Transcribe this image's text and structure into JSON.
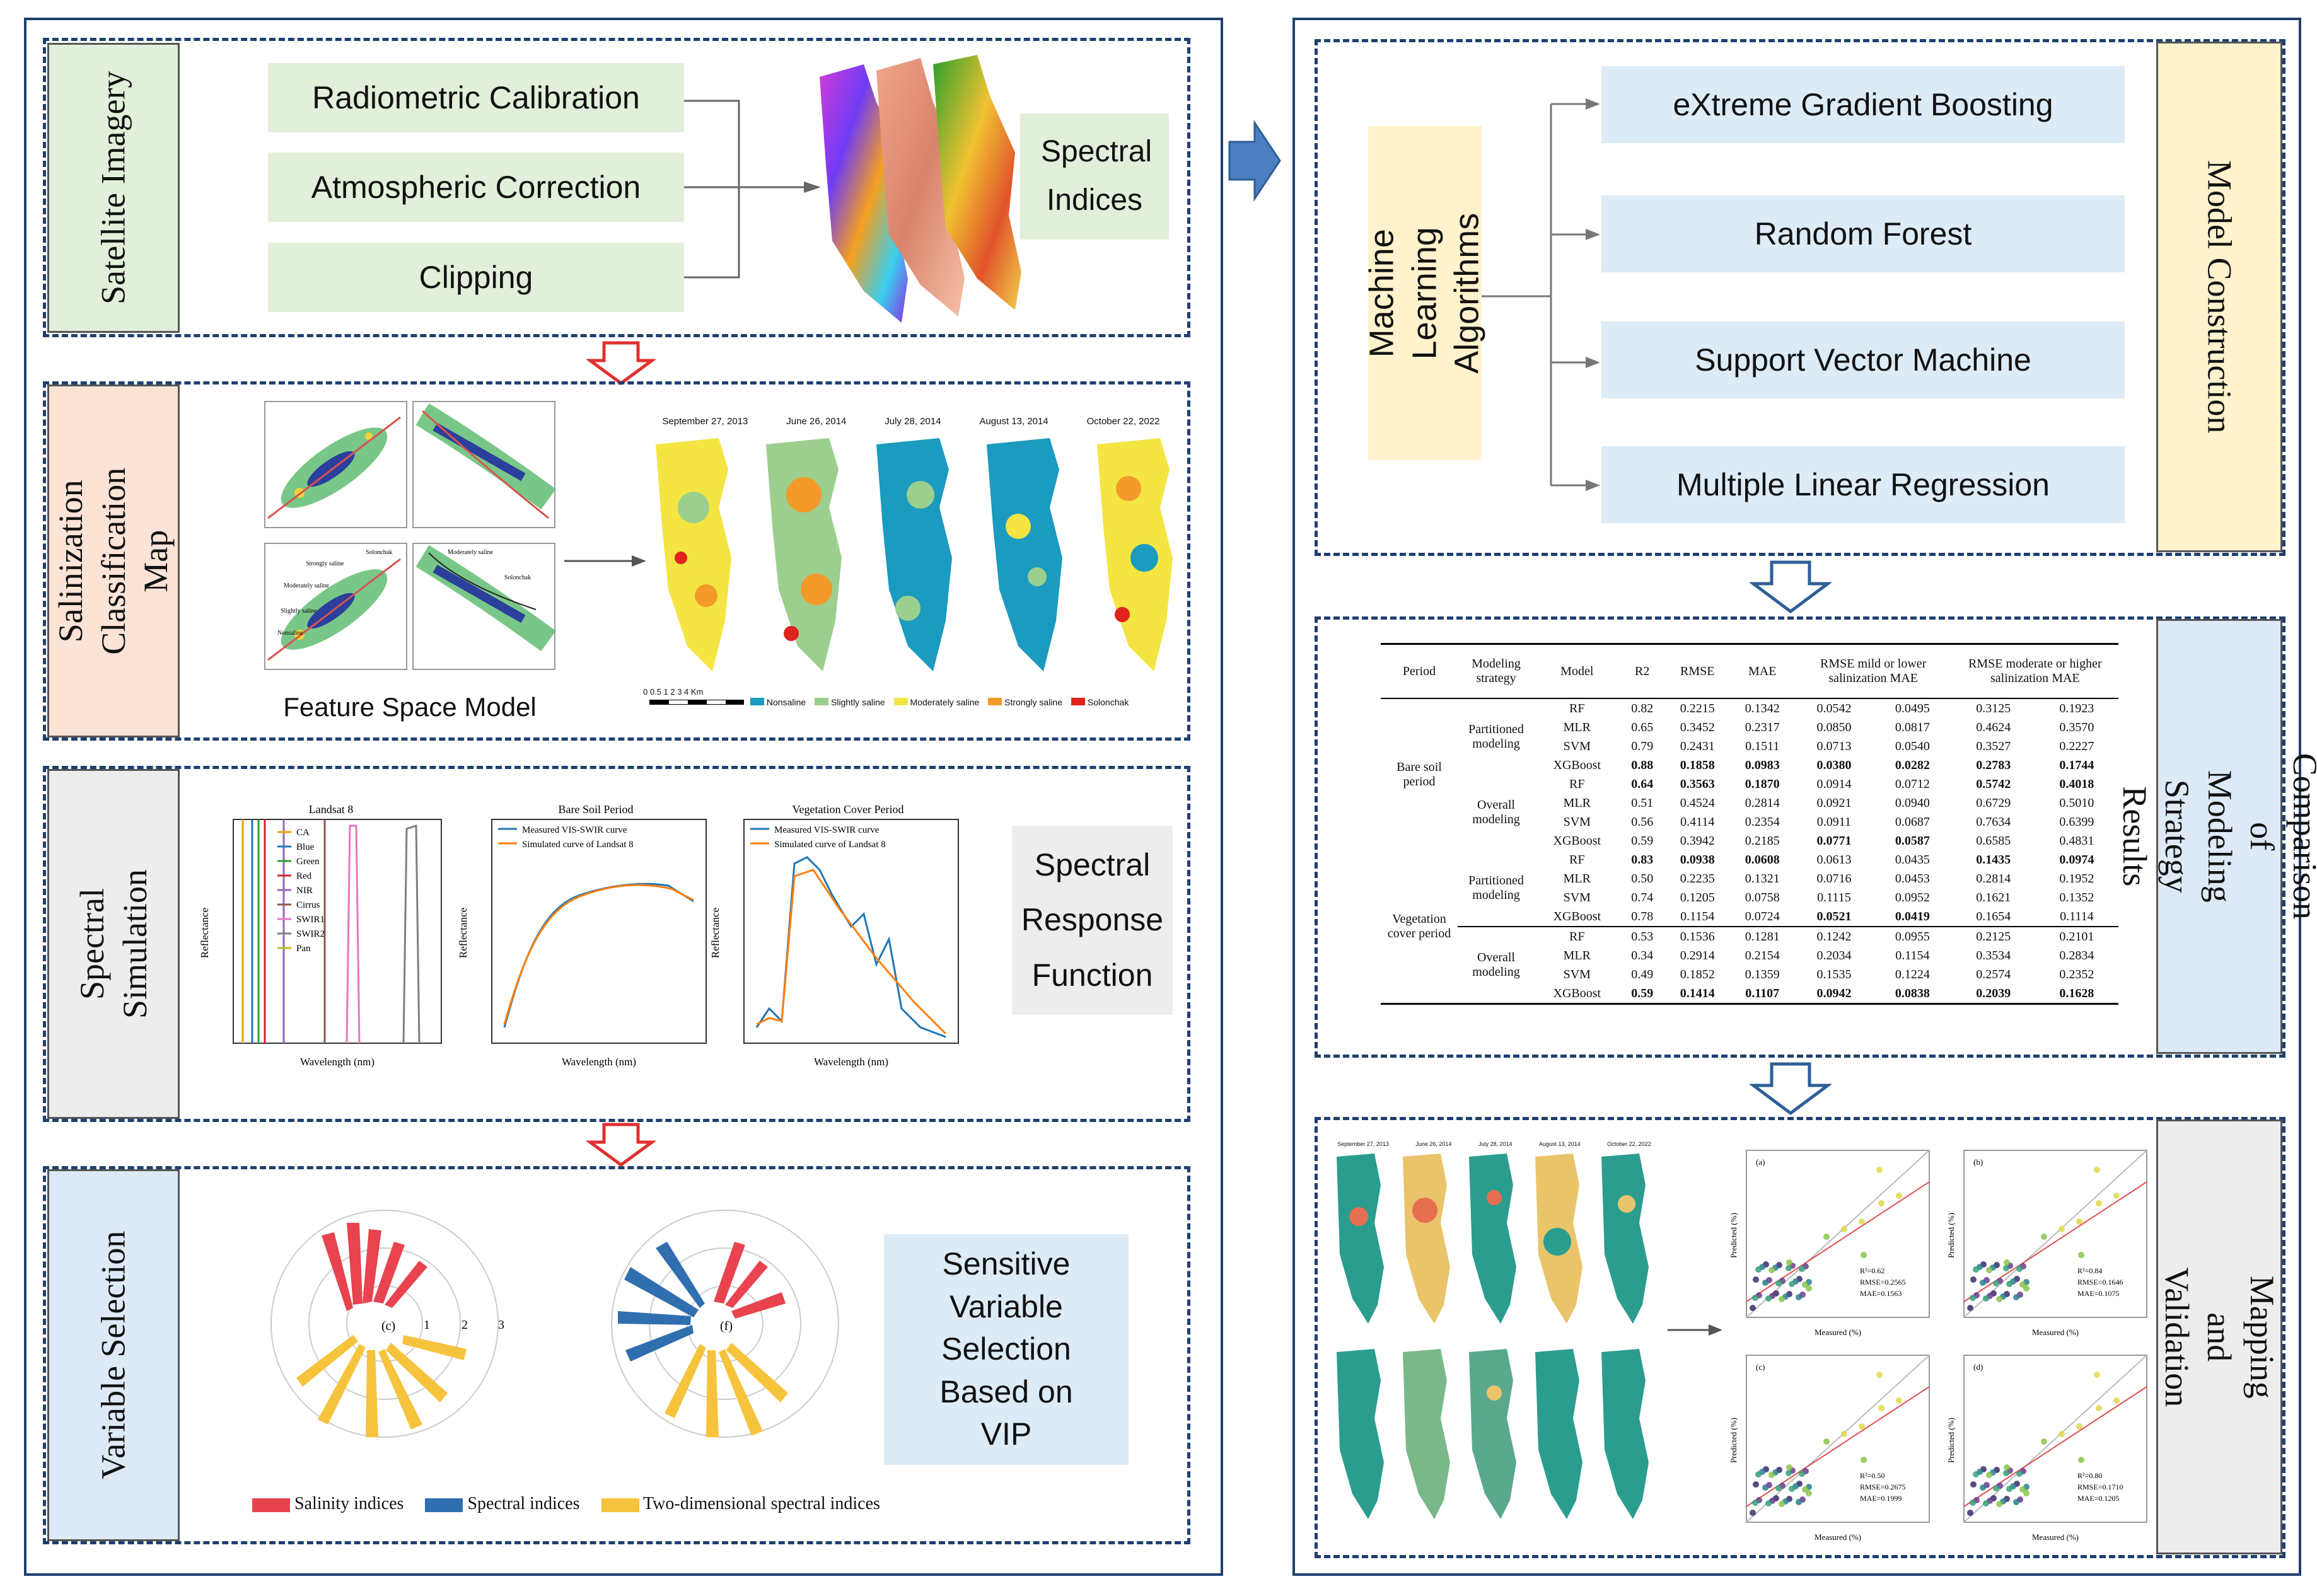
{
  "left": {
    "satellite": {
      "label": "Satellite Imagery",
      "steps": [
        "Radiometric Calibration",
        "Atmospheric Correction",
        "Clipping"
      ],
      "spectral_indices": "Spectral Indices"
    },
    "salinization": {
      "label": "Salinization Classification Map",
      "feature_space": "Feature Space Model",
      "map_dates": [
        "September 27, 2013",
        "June 26, 2014",
        "July 28, 2014",
        "August 13, 2014",
        "October 22, 2022"
      ],
      "legend": [
        "Nonsaline",
        "Slightly saline",
        "Moderately saline",
        "Strongly saline",
        "Solonchak"
      ],
      "legend_colors": [
        "#1a9bbf",
        "#9ccf8e",
        "#f4e542",
        "#f39a2a",
        "#e0231b"
      ],
      "scale_text": "0 0.5 1     2     3     4",
      "scale_unit": "Km",
      "scatter_labels": [
        "Strongly saline",
        "Moderately saline",
        "Slightly saline",
        "Nonsaline",
        "Solonchak"
      ]
    },
    "spectral": {
      "label": "Spectral Simulation",
      "srf": "Spectral Response Function",
      "chart1": {
        "title": "Landsat 8",
        "xlabel": "Wavelength (nm)",
        "ylabel": "Reflectance",
        "legend": [
          "CA",
          "Blue",
          "Green",
          "Red",
          "NIR",
          "Cirrus",
          "SWIR1",
          "SWIR2",
          "Pan"
        ]
      },
      "chart2": {
        "title": "Bare Soil Period",
        "xlabel": "Wavelength (nm)",
        "ylabel": "Reflectance",
        "legend": [
          "Measured VIS-SWIR curve",
          "Simulated curve of Landsat 8"
        ]
      },
      "chart3": {
        "title": "Vegetation Cover Period",
        "xlabel": "Wavelength (nm)",
        "ylabel": "Reflectance",
        "legend": [
          "Measured VIS-SWIR curve",
          "Simulated curve of Landsat 8"
        ]
      }
    },
    "variable": {
      "label": "Variable Selection",
      "sensitive": "Sensitive Variable Selection Based on VIP",
      "legend": [
        "Salinity indices",
        "Spectral indices",
        "Two-dimensional spectral indices"
      ],
      "panel_c": "(c)",
      "panel_f": "(f)",
      "ring_ticks": [
        "1",
        "2",
        "3"
      ]
    }
  },
  "right": {
    "model": {
      "label": "Model Construction",
      "ml": "Machine Learning Algorithms",
      "algorithms": [
        "eXtreme Gradient Boosting",
        "Random Forest",
        "Support Vector Machine",
        "Multiple Linear Regression"
      ]
    },
    "comparison": {
      "label": "Comparison of Modeling Strategy Results",
      "headers": [
        "Period",
        "Modeling strategy",
        "Model",
        "R2",
        "RMSE",
        "MAE",
        "RMSE mild or lower salinization",
        "MAE",
        "RMSE moderate or higher salinization",
        "MAE"
      ],
      "periods": [
        "Bare soil period",
        "Vegetation cover period"
      ],
      "strategies": [
        "Partitioned modeling",
        "Overall modeling"
      ],
      "rows": [
        [
          "RF",
          "0.82",
          "0.2215",
          "0.1342",
          "0.0542",
          "0.0495",
          "0.3125",
          "0.1923"
        ],
        [
          "MLR",
          "0.65",
          "0.3452",
          "0.2317",
          "0.0850",
          "0.0817",
          "0.4624",
          "0.3570"
        ],
        [
          "SVM",
          "0.79",
          "0.2431",
          "0.1511",
          "0.0713",
          "0.0540",
          "0.3527",
          "0.2227"
        ],
        [
          "XGBoost",
          "0.88",
          "0.1858",
          "0.0983",
          "0.0380",
          "0.0282",
          "0.2783",
          "0.1744"
        ],
        [
          "RF",
          "0.64",
          "0.3563",
          "0.1870",
          "0.0914",
          "0.0712",
          "0.5742",
          "0.4018"
        ],
        [
          "MLR",
          "0.51",
          "0.4524",
          "0.2814",
          "0.0921",
          "0.0940",
          "0.6729",
          "0.5010"
        ],
        [
          "SVM",
          "0.56",
          "0.4114",
          "0.2354",
          "0.0911",
          "0.0687",
          "0.7634",
          "0.6399"
        ],
        [
          "XGBoost",
          "0.59",
          "0.3942",
          "0.2185",
          "0.0771",
          "0.0587",
          "0.6585",
          "0.4831"
        ],
        [
          "RF",
          "0.83",
          "0.0938",
          "0.0608",
          "0.0613",
          "0.0435",
          "0.1435",
          "0.0974"
        ],
        [
          "MLR",
          "0.50",
          "0.2235",
          "0.1321",
          "0.0716",
          "0.0453",
          "0.2814",
          "0.1952"
        ],
        [
          "SVM",
          "0.74",
          "0.1205",
          "0.0758",
          "0.1115",
          "0.0952",
          "0.1621",
          "0.1352"
        ],
        [
          "XGBoost",
          "0.78",
          "0.1154",
          "0.0724",
          "0.0521",
          "0.0419",
          "0.1654",
          "0.1114"
        ],
        [
          "RF",
          "0.53",
          "0.1536",
          "0.1281",
          "0.1242",
          "0.0955",
          "0.2125",
          "0.2101"
        ],
        [
          "MLR",
          "0.34",
          "0.2914",
          "0.2154",
          "0.2034",
          "0.1154",
          "0.3534",
          "0.2834"
        ],
        [
          "SVM",
          "0.49",
          "0.1852",
          "0.1359",
          "0.1535",
          "0.1224",
          "0.2574",
          "0.2352"
        ],
        [
          "XGBoost",
          "0.59",
          "0.1414",
          "0.1107",
          "0.0942",
          "0.0838",
          "0.2039",
          "0.1628"
        ]
      ]
    },
    "mapping": {
      "label": "Mapping and Validation",
      "map_dates": [
        "September 27, 2013",
        "June 26, 2014",
        "July 28, 2014",
        "August 13, 2014",
        "October 22, 2022"
      ],
      "xlabel": "Measured (%)",
      "ylabel": "Predicted (%)",
      "plots": [
        {
          "tag": "(a)",
          "r2": "R²=0.62",
          "rmse": "RMSE=0.2565",
          "mae": "MAE=0.1563"
        },
        {
          "tag": "(b)",
          "r2": "R²=0.84",
          "rmse": "RMSE=0.1646",
          "mae": "MAE=0.1075"
        },
        {
          "tag": "(c)",
          "r2": "R²=0.50",
          "rmse": "RMSE=0.2675",
          "mae": "MAE=0.1999"
        },
        {
          "tag": "(d)",
          "r2": "R²=0.80",
          "rmse": "RMSE=0.1710",
          "mae": "MAE=0.1205"
        }
      ]
    }
  },
  "colors": {
    "panel_border": "#1f3f6e",
    "arrow_blue": "#4a7fc1",
    "arrow_red": "#e03030"
  }
}
